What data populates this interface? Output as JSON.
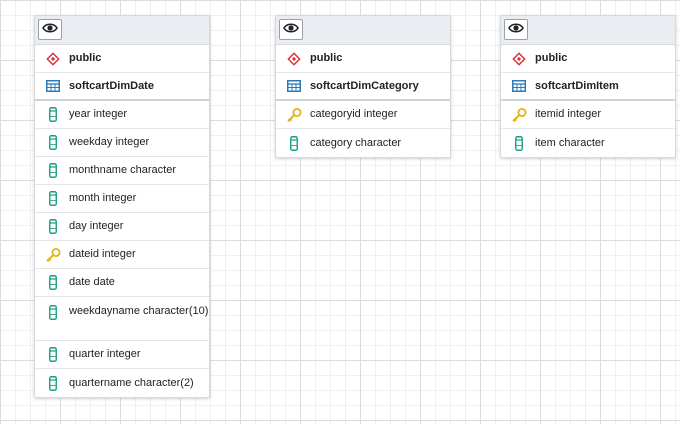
{
  "tables": [
    {
      "schema": "public",
      "name": "softcartDimDate",
      "columns": [
        {
          "label": "year integer",
          "icon": "column-icon"
        },
        {
          "label": "weekday integer",
          "icon": "column-icon"
        },
        {
          "label": "monthname character",
          "icon": "column-icon"
        },
        {
          "label": "month integer",
          "icon": "column-icon"
        },
        {
          "label": "day integer",
          "icon": "column-icon"
        },
        {
          "label": "dateid integer",
          "icon": "primary-key-icon"
        },
        {
          "label": "date date",
          "icon": "column-icon"
        },
        {
          "label": "weekdayname character(10)",
          "icon": "column-icon"
        },
        {
          "label": "quarter integer",
          "icon": "column-icon"
        },
        {
          "label": "quartername character(2)",
          "icon": "column-icon"
        }
      ]
    },
    {
      "schema": "public",
      "name": "softcartDimCategory",
      "columns": [
        {
          "label": "categoryid integer",
          "icon": "primary-key-icon"
        },
        {
          "label": "category character",
          "icon": "column-icon"
        }
      ]
    },
    {
      "schema": "public",
      "name": "softcartDimItem",
      "columns": [
        {
          "label": "itemid integer",
          "icon": "primary-key-icon"
        },
        {
          "label": "item character",
          "icon": "column-icon"
        }
      ]
    }
  ],
  "colors": {
    "schema_icon": "#d9363e",
    "table_icon": "#2b7bb9",
    "column_icon": "#1a9e84",
    "key_icon": "#e0b31a",
    "header_bg": "#e9ecf1"
  }
}
